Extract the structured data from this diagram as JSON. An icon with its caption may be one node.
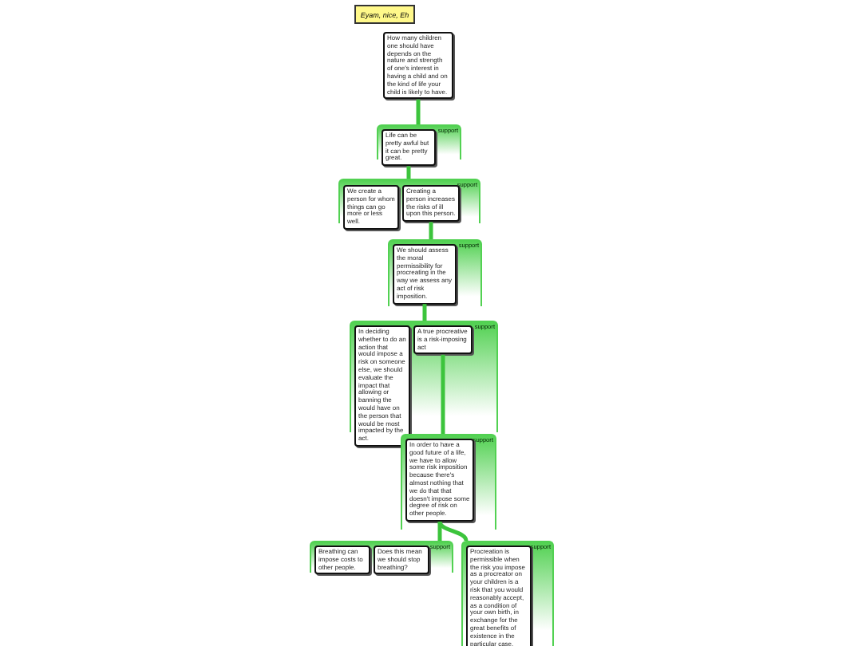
{
  "diagram": {
    "nodes": [
      {
        "text": [
          "Eyam, nice, Eh"
        ]
      },
      {
        "text": [
          "How many children one should have depends on the nature and strength of one's interest in having a child and on the kind of life your child is likely to have."
        ]
      },
      {
        "text": [
          "support"
        ]
      },
      {
        "text": [
          "Life can be pretty awful but it can be pretty great."
        ],
        "in": 2
      },
      {
        "text": [
          "support"
        ]
      },
      {
        "text": [
          "We create a person for whom things can go more or less well."
        ],
        "in": 4
      },
      {
        "text": [
          "Creating a person increases the risks of ill upon this person."
        ],
        "in": 4
      },
      {
        "text": [
          "support"
        ]
      },
      {
        "text": [
          "We should assess the moral permissibility for procreating in the way we assess any act of risk imposition."
        ],
        "in": 7
      },
      {
        "text": [
          "support"
        ]
      },
      {
        "text": [
          "In deciding whether to do an action that would impose a risk on someone else, we should evaluate the impact that allowing or banning the would have on the person that would be most impacted by the act."
        ],
        "in": 9
      },
      {
        "text": [
          "A true procreative is a risk-imposing act"
        ],
        "in": 9
      },
      {
        "text": [
          "support"
        ]
      },
      {
        "text": [
          "In order to have a good future of a life, we have to allow some risk imposition because there's almost nothing that we do that that doesn't impose some degree of risk on other people."
        ],
        "in": 12
      },
      {
        "text": [
          "support"
        ]
      },
      {
        "text": [
          "Breathing can impose costs to other people."
        ],
        "in": 14
      },
      {
        "text": [
          "Does this mean we should stop breathing?"
        ],
        "in": 14
      },
      {
        "text": [
          "support"
        ]
      },
      {
        "text": [
          "Procreation is permissible when the risk you impose as a procreator on your children is a risk that you would reasonably accept, as a condition of your own birth, in exchange for the great benefits of existence in the particular case."
        ],
        "in": 17
      }
    ],
    "edges": [
      {
        "from": 2,
        "to": 1,
        "arrow": "none"
      },
      {
        "from": 4,
        "to": 3,
        "arrow": "none"
      },
      {
        "from": 7,
        "to": 6,
        "arrow": "none"
      },
      {
        "from": 9,
        "to": 8,
        "arrow": "none"
      },
      {
        "from": 12,
        "to": 11,
        "arrow": "none"
      },
      {
        "from": 14,
        "to": 13,
        "arrow": "none"
      },
      {
        "from": 17,
        "to": 13,
        "arrow": "none"
      }
    ]
  }
}
